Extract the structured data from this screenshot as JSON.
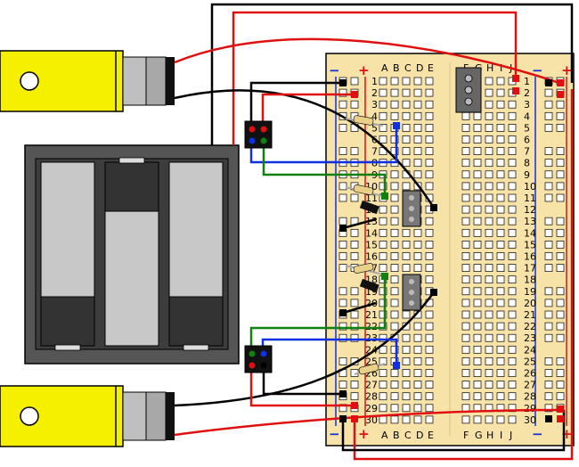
{
  "breadboard": {
    "columns_left": [
      "A",
      "B",
      "C",
      "D",
      "E"
    ],
    "columns_right": [
      "F",
      "G",
      "H",
      "I",
      "J"
    ],
    "rows": [
      "1",
      "2",
      "3",
      "4",
      "5",
      "6",
      "7",
      "8",
      "9",
      "10",
      "11",
      "12",
      "13",
      "14",
      "15",
      "16",
      "17",
      "18",
      "19",
      "20",
      "21",
      "22",
      "23",
      "24",
      "25",
      "26",
      "27",
      "28",
      "29",
      "30"
    ],
    "rail_minus": "−",
    "rail_plus": "+"
  },
  "colors": {
    "wire_red": "#e01010",
    "wire_black": "#000000",
    "wire_blue": "#1030e0",
    "wire_green": "#108010",
    "board_bg": "#f7e2a8",
    "motor_yellow": "#f5f000",
    "battery_gray": "#444444"
  }
}
